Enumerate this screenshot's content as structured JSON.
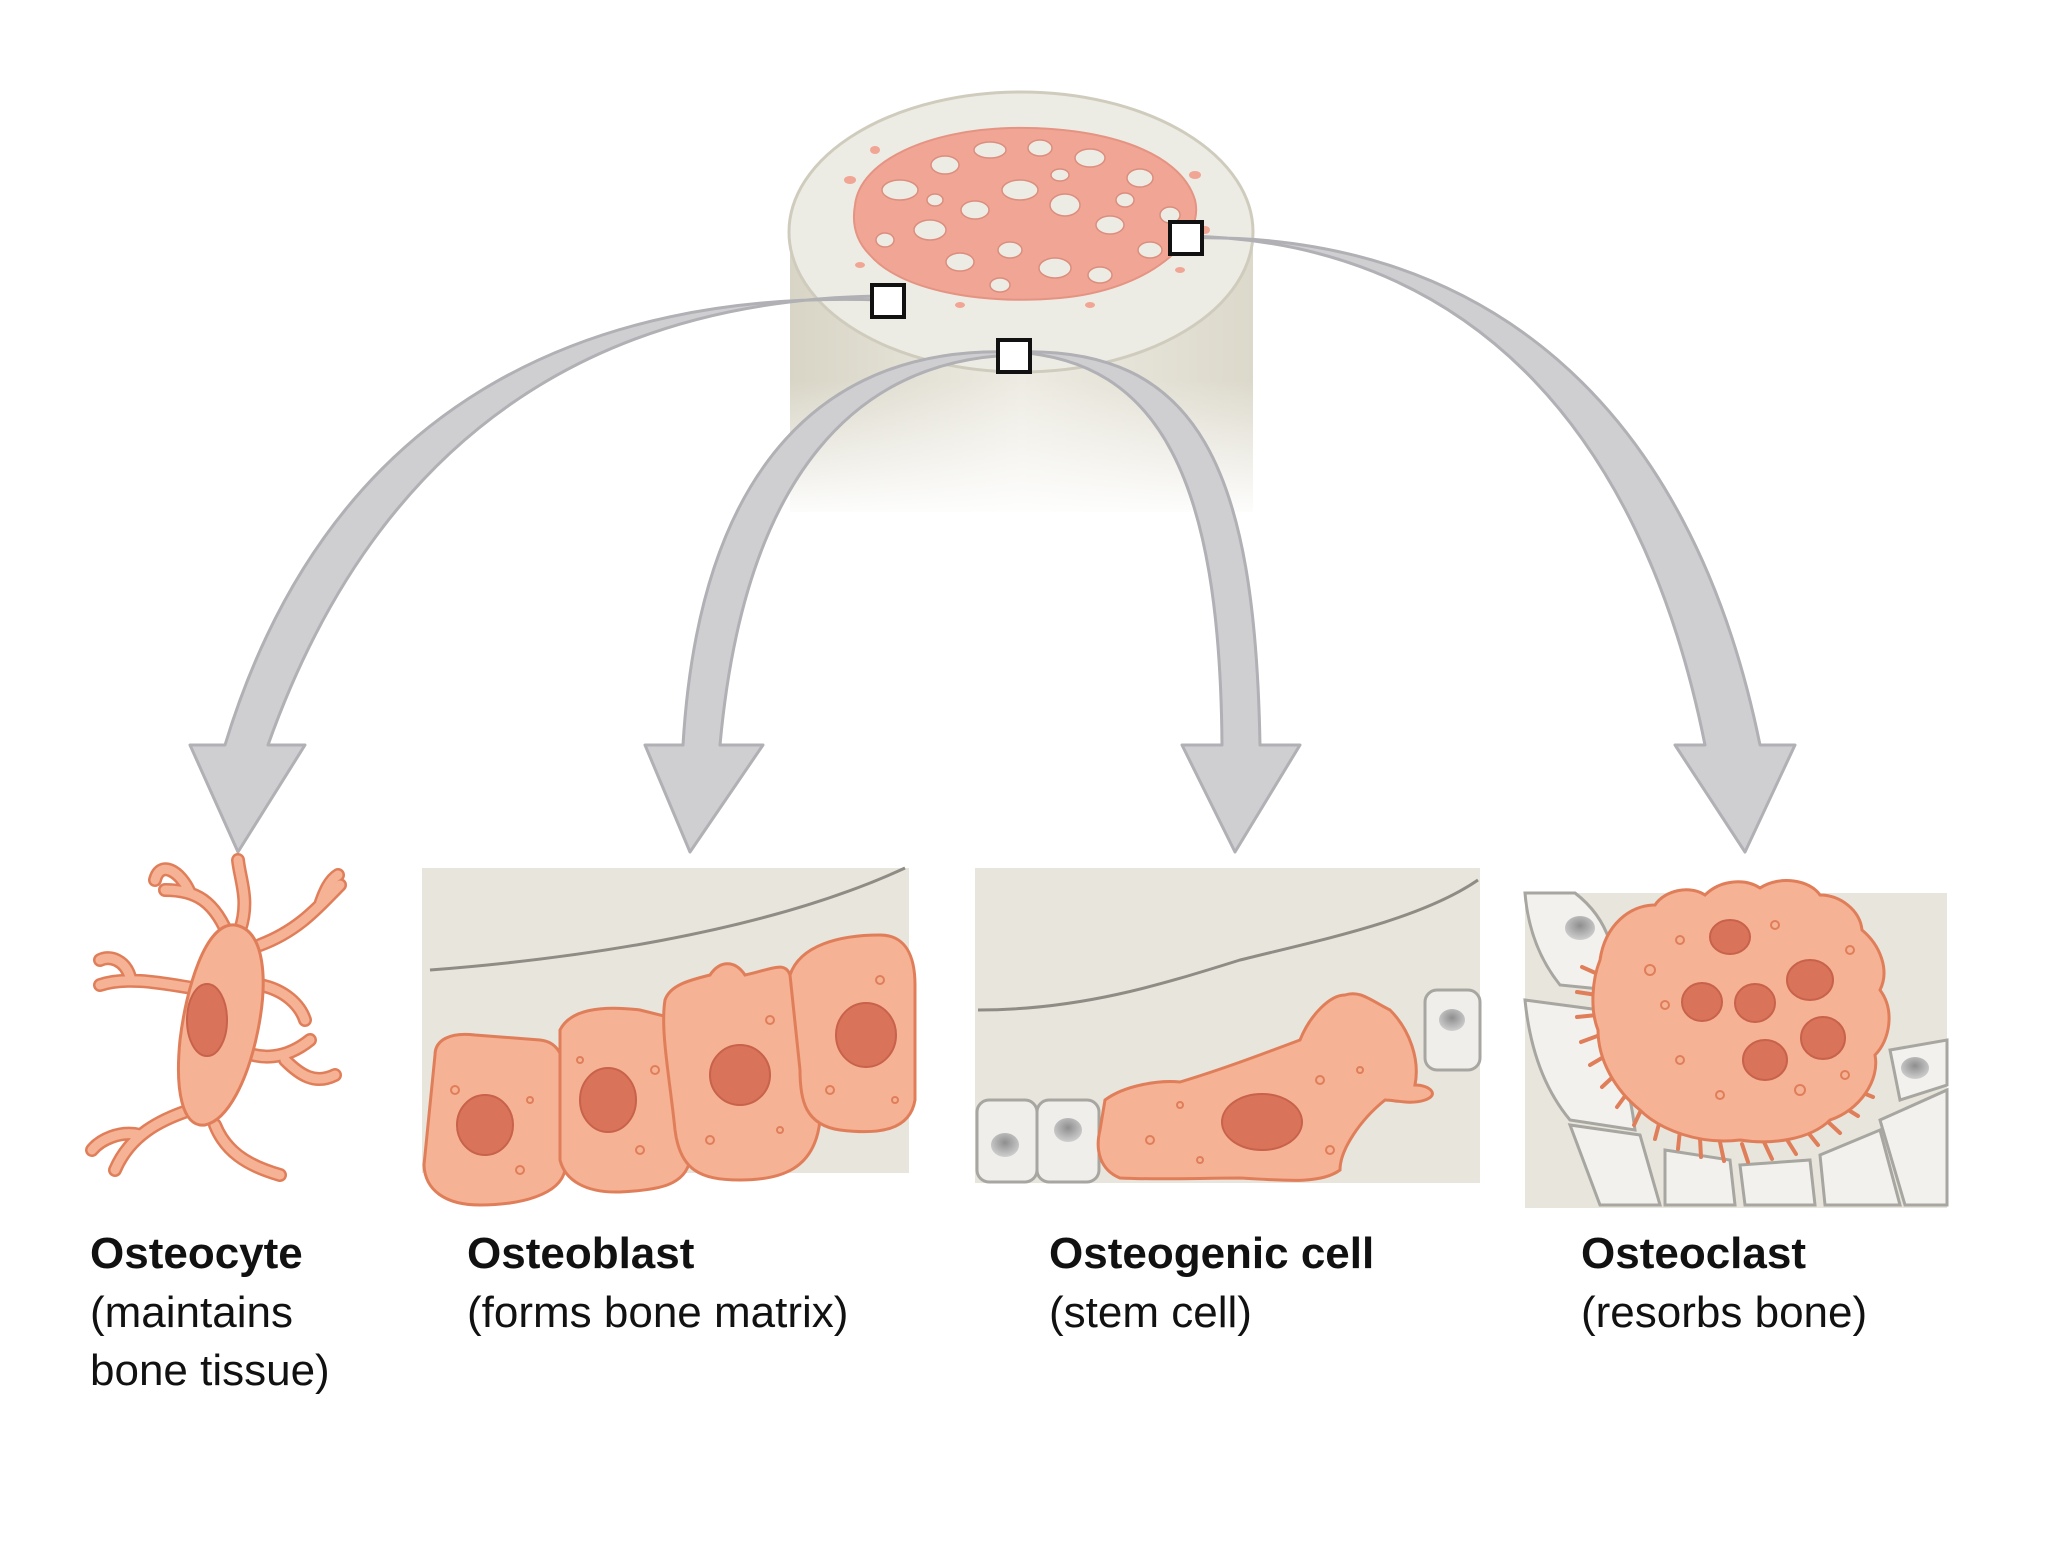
{
  "colors": {
    "cell_fill": "#F5B294",
    "cell_outline": "#E07E5A",
    "nucleus": "#D9735A",
    "spongy_fill": "#F0A595",
    "arrow_fill": "#CFCFD2",
    "arrow_stroke": "#B5B5BA",
    "bone_matrix": "#E7E5DC",
    "bone_column": "#E8E6DA"
  },
  "cells": [
    {
      "id": "osteocyte",
      "name": "Osteocyte",
      "description_lines": [
        "(maintains",
        "bone tissue)"
      ]
    },
    {
      "id": "osteoblast",
      "name": "Osteoblast",
      "description_lines": [
        "(forms bone matrix)"
      ]
    },
    {
      "id": "osteogenic",
      "name": "Osteogenic cell",
      "description_lines": [
        "(stem cell)"
      ]
    },
    {
      "id": "osteoclast",
      "name": "Osteoclast",
      "description_lines": [
        "(resorbs bone)"
      ]
    }
  ]
}
